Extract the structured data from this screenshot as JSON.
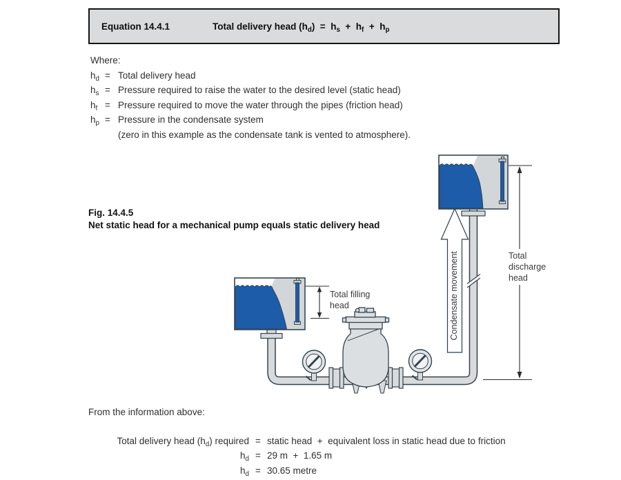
{
  "colors": {
    "water_blue": "#1d5ca9",
    "panel_grey": "#d9dbdc",
    "metal_grey": "#d8dadc",
    "outline_navy": "#33424e"
  },
  "equation_box": {
    "label": "Equation 14.4.1",
    "formula": {
      "lead": "Total delivery head (h",
      "sub_d": "d",
      "mid": ")  =  h",
      "sub_s": "s",
      "plus1": "  +  h",
      "sub_f": "f",
      "plus2": "  +  h",
      "sub_p": "p"
    }
  },
  "where": {
    "title": "Where:",
    "rows": [
      {
        "sym": "h",
        "sub": "d",
        "eq": "=",
        "text": "Total delivery head"
      },
      {
        "sym": "h",
        "sub": "s",
        "eq": "=",
        "text": "Pressure required to raise the water to the desired level (static head)"
      },
      {
        "sym": "h",
        "sub": "f",
        "eq": "=",
        "text": "Pressure required to move the water through the pipes (friction head)"
      },
      {
        "sym": "h",
        "sub": "p",
        "eq": "=",
        "text": "Pressure in the condensate system",
        "text2": "(zero in this example as the condensate tank is vented to atmosphere)."
      }
    ]
  },
  "figure": {
    "number": "Fig. 14.4.5",
    "caption": "Net static head for a mechanical pump equals static delivery head",
    "labels": {
      "filling": "Total filling head",
      "condensate": "Condensate movement",
      "discharge": "Total discharge head"
    }
  },
  "conclusion": {
    "intro": "From the information above:",
    "rows": [
      {
        "left": "Total delivery head (h",
        "sub": "d",
        "left_end": ") required",
        "eq": "=",
        "right": "static head  +  equivalent loss in static head due to friction"
      },
      {
        "left": "h",
        "sub": "d",
        "left_end": "",
        "eq": "=",
        "right": "29 m  +  1.65 m"
      },
      {
        "left": "h",
        "sub": "d",
        "left_end": "",
        "eq": "=",
        "right": "30.65 metre"
      }
    ]
  }
}
